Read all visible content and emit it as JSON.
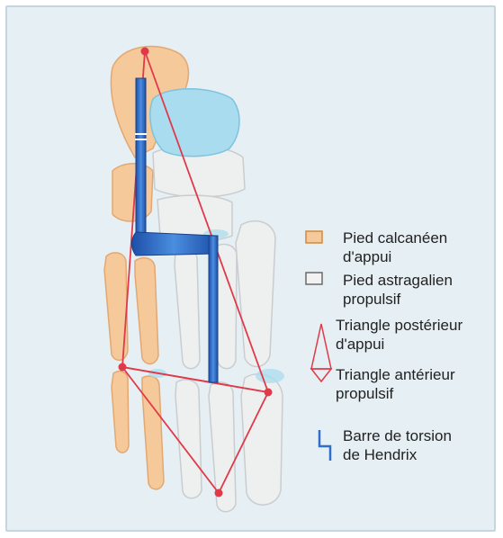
{
  "legend": {
    "calcaneen": "Pied calcanéen\nd'appui",
    "astragalien": "Pied astragalien\npropulsif",
    "triangle_posterieur": "Triangle postérieur\nd'appui",
    "triangle_anterieur": "Triangle antérieur\npropulsif",
    "barre": "Barre de torsion\nde Hendrix"
  },
  "colors": {
    "background": "#e6eff3",
    "calcaneal_foot": "#f5c99a",
    "astragal_foot": "#eef0f0",
    "cuneiform_blue": "#a9dcef",
    "triangle_red": "#e03a4a",
    "torsion_bar": "#2f6fcb"
  },
  "icons": [
    "orange-swatch-icon",
    "gray-swatch-icon",
    "triangle-posterior-icon",
    "triangle-anterior-icon",
    "torsion-bar-icon"
  ]
}
